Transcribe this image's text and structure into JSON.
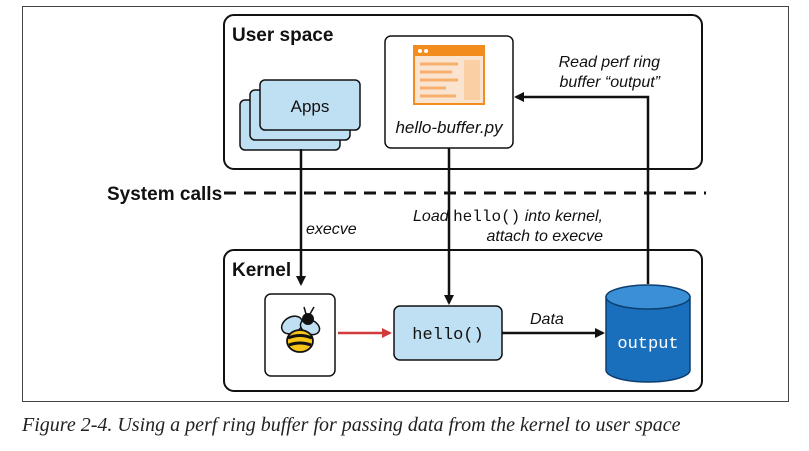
{
  "diagram": {
    "user_space_label": "User space",
    "kernel_label": "Kernel",
    "system_calls_label": "System calls",
    "apps_label": "Apps",
    "program_label": "hello-buffer.py",
    "read_label_line1": "Read perf ring",
    "read_label_line2": "buffer “output”",
    "execve_label": "execve",
    "load_prefix": "Load ",
    "load_code": "hello()",
    "load_suffix": " into kernel,",
    "attach_label": "attach to execve",
    "hello_label": "hello()",
    "data_label": "Data",
    "output_label": "output",
    "ebpf_icon": "ebpf-bee-icon",
    "colors": {
      "box_blue": "#bfe0f2",
      "cylinder_blue": "#1a6fbd",
      "red_arrow": "#d03a3a",
      "window_orange": "#f28c1c",
      "window_light": "#fbe4cf"
    }
  },
  "caption": "Figure 2-4. Using a perf ring buffer for passing data from the kernel to user space"
}
